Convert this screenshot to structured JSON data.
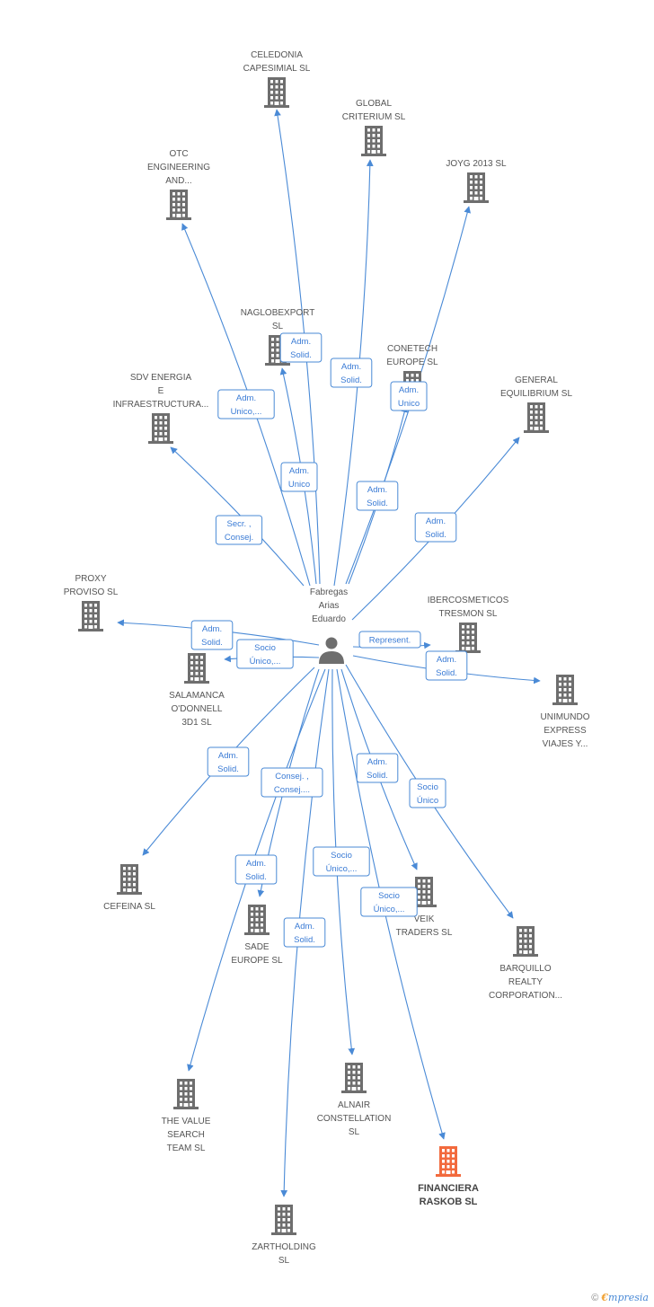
{
  "center": {
    "name_lines": [
      "Fabregas",
      "Arias",
      "Eduardo"
    ]
  },
  "colors": {
    "edge": "#4a8ad6",
    "building": "#6e6e6e",
    "highlight": "#f26a3d"
  },
  "nodes": [
    {
      "id": "celedonia",
      "lines": [
        "CELEDONIA",
        "CAPESIMIAL  SL"
      ]
    },
    {
      "id": "global",
      "lines": [
        "GLOBAL",
        "CRITERIUM  SL"
      ]
    },
    {
      "id": "otc",
      "lines": [
        "OTC",
        "ENGINEERING",
        "AND..."
      ]
    },
    {
      "id": "joyg",
      "lines": [
        "JOYG 2013  SL"
      ]
    },
    {
      "id": "naglo",
      "lines": [
        "NAGLOBEXPORT",
        "SL"
      ]
    },
    {
      "id": "conetech",
      "lines": [
        "CONETECH",
        "EUROPE SL"
      ]
    },
    {
      "id": "sdv",
      "lines": [
        "SDV ENERGIA",
        "E",
        "INFRAESTRUCTURA..."
      ]
    },
    {
      "id": "general",
      "lines": [
        "GENERAL",
        "EQUILIBRIUM SL"
      ]
    },
    {
      "id": "proxy",
      "lines": [
        "PROXY",
        "PROVISO SL"
      ]
    },
    {
      "id": "iberco",
      "lines": [
        "IBERCOSMETICOS",
        "TRESMON SL"
      ]
    },
    {
      "id": "salamanca",
      "lines": [
        "SALAMANCA",
        "O'DONNELL",
        "3D1  SL"
      ]
    },
    {
      "id": "unimundo",
      "lines": [
        "UNIMUNDO",
        "EXPRESS",
        "VIAJES Y..."
      ]
    },
    {
      "id": "cefeina",
      "lines": [
        "CEFEINA  SL"
      ]
    },
    {
      "id": "sade",
      "lines": [
        "SADE",
        "EUROPE SL"
      ]
    },
    {
      "id": "veik",
      "lines": [
        "VEIK",
        "TRADERS  SL"
      ]
    },
    {
      "id": "barquillo",
      "lines": [
        "BARQUILLO",
        "REALTY",
        "CORPORATION..."
      ]
    },
    {
      "id": "value",
      "lines": [
        "THE VALUE",
        "SEARCH",
        "TEAM  SL"
      ]
    },
    {
      "id": "alnair",
      "lines": [
        "ALNAIR",
        "CONSTELLATION",
        "SL"
      ]
    },
    {
      "id": "financiera",
      "lines": [
        "FINANCIERA",
        "RASKOB SL"
      ],
      "highlight": true
    },
    {
      "id": "zart",
      "lines": [
        "ZARTHOLDING",
        "SL"
      ]
    }
  ],
  "edges": [
    {
      "to": "celedonia",
      "label": [
        "Adm.",
        "Solid."
      ]
    },
    {
      "to": "global",
      "label": [
        "Adm.",
        "Solid."
      ]
    },
    {
      "to": "otc",
      "label": [
        "Adm.",
        "Unico,..."
      ]
    },
    {
      "to": "joyg",
      "label": [
        "Adm.",
        "Unico"
      ]
    },
    {
      "to": "naglo",
      "label": [
        "Adm.",
        "Unico"
      ]
    },
    {
      "to": "conetech",
      "label": [
        "Adm.",
        "Solid."
      ]
    },
    {
      "to": "sdv",
      "label": [
        "Secr. ,",
        "Consej."
      ]
    },
    {
      "to": "general",
      "label": [
        "Adm.",
        "Solid."
      ]
    },
    {
      "to": "proxy",
      "label": [
        "Adm.",
        "Solid."
      ]
    },
    {
      "to": "salamanca",
      "label": [
        "Socio",
        "Único,..."
      ]
    },
    {
      "to": "iberco",
      "label": [
        "Represent."
      ]
    },
    {
      "to": "unimundo",
      "label": [
        "Adm.",
        "Solid."
      ]
    },
    {
      "to": "cefeina",
      "label": [
        "Adm.",
        "Solid."
      ]
    },
    {
      "to": "sade",
      "label": [
        "Adm.",
        "Solid."
      ]
    },
    {
      "to": "value",
      "label": [
        "Consej. ,",
        "Consej...."
      ]
    },
    {
      "to": "alnair",
      "label": [
        "Socio",
        "Único,..."
      ]
    },
    {
      "to": "financiera",
      "label": [
        "Socio",
        "Único,..."
      ]
    },
    {
      "to": "zart",
      "label": [
        "Adm.",
        "Solid."
      ]
    },
    {
      "to": "veik",
      "label": [
        "Adm.",
        "Solid."
      ]
    },
    {
      "to": "barquillo",
      "label": [
        "Socio",
        "Único"
      ]
    }
  ],
  "footer": {
    "copyright": "©",
    "brand_first": "€",
    "brand_rest": "mpresia"
  }
}
